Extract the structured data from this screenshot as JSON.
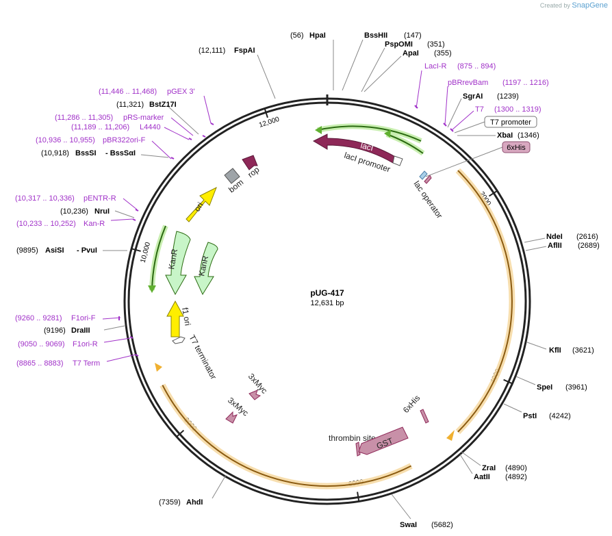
{
  "branding": {
    "created_by": "Created by",
    "product": "SnapGene"
  },
  "plasmid": {
    "name": "pUG-417",
    "length_label": "12,631 bp",
    "length": 12631
  },
  "ruler": [
    {
      "bp": 2000,
      "label": "2000"
    },
    {
      "bp": 4000,
      "label": "4000"
    },
    {
      "bp": 6000,
      "label": "6000"
    },
    {
      "bp": 8000,
      "label": "8000"
    },
    {
      "bp": 10000,
      "label": "10,000"
    },
    {
      "bp": 12000,
      "label": "12,000"
    }
  ],
  "enzymes": [
    {
      "name": "HpaI",
      "pos": "(56)",
      "bp": 56
    },
    {
      "name": "BssHII",
      "pos": "(147)",
      "bp": 147
    },
    {
      "name": "PspOMI",
      "pos": "(351)",
      "bp": 351
    },
    {
      "name": "ApaI",
      "pos": "(355)",
      "bp": 355
    },
    {
      "name": "SgrAI",
      "pos": "(1239)",
      "bp": 1239
    },
    {
      "name": "XbaI",
      "pos": "(1346)",
      "bp": 1346
    },
    {
      "name": "NdeI",
      "pos": "(2616)",
      "bp": 2616
    },
    {
      "name": "AflII",
      "pos": "(2689)",
      "bp": 2689
    },
    {
      "name": "KflI",
      "pos": "(3621)",
      "bp": 3621
    },
    {
      "name": "SpeI",
      "pos": "(3961)",
      "bp": 3961
    },
    {
      "name": "PstI",
      "pos": "(4242)",
      "bp": 4242
    },
    {
      "name": "ZraI",
      "pos": "(4890)",
      "bp": 4890
    },
    {
      "name": "AatII",
      "pos": "(4892)",
      "bp": 4892
    },
    {
      "name": "SwaI",
      "pos": "(5682)",
      "bp": 5682
    },
    {
      "name": "AhdI",
      "pos": "(7359)",
      "bp": 7359
    },
    {
      "name": "DraIII",
      "pos": "(9196)",
      "bp": 9196
    },
    {
      "name": "AsiSI",
      "name2": "- PvuI",
      "pos": "(9895)",
      "bp": 9895
    },
    {
      "name": "NruI",
      "pos": "(10,236)",
      "bp": 10236
    },
    {
      "name": "BssSI",
      "name2": "- BssSαI",
      "pos": "(10,918)",
      "bp": 10918
    },
    {
      "name": "BstZ17I",
      "pos": "(11,321)",
      "bp": 11321
    },
    {
      "name": "FspAI",
      "pos": "(12,111)",
      "bp": 12111
    }
  ],
  "primers": [
    {
      "name": "LacI-R",
      "range": "(875 .. 894)",
      "bp": 885
    },
    {
      "name": "pBRrevBam",
      "range": "(1197 .. 1216)",
      "bp": 1206
    },
    {
      "name": "T7",
      "range": "(1300 .. 1319)",
      "bp": 1310
    },
    {
      "name": "F1ori-F",
      "range": "(9260 .. 9281)",
      "bp": 9270
    },
    {
      "name": "F1ori-R",
      "range": "(9050 .. 9069)",
      "bp": 9060
    },
    {
      "name": "T7 Term",
      "range": "(8865 .. 8883)",
      "bp": 8874
    },
    {
      "name": "pENTR-R",
      "range": "(10,317 .. 10,336)",
      "bp": 10326
    },
    {
      "name": "Kan-R",
      "range": "(10,233 .. 10,252)",
      "bp": 10242
    },
    {
      "name": "pBR322ori-F",
      "range": "(10,936 .. 10,955)",
      "bp": 10945
    },
    {
      "name": "L4440",
      "range": "(11,189 .. 11,206)",
      "bp": 11197
    },
    {
      "name": "pRS-marker",
      "range": "(11,286 .. 11,305)",
      "bp": 11295
    },
    {
      "name": "pGEX 3'",
      "range": "(11,446 .. 11,468)",
      "bp": 11457
    }
  ],
  "boxed_features": [
    {
      "name": "T7 promoter",
      "style": "white"
    },
    {
      "name": "6xHis",
      "style": "pink"
    }
  ],
  "features": [
    {
      "name": "lacI",
      "color": "#8e2858"
    },
    {
      "name": "lacI promoter",
      "color": "#ffffff"
    },
    {
      "name": "lac operator",
      "color": "#a8cfe8"
    },
    {
      "name": "rop",
      "color": "#8e2858"
    },
    {
      "name": "bom",
      "color": "#9ea4a8"
    },
    {
      "name": "ori",
      "color": "#ffee00"
    },
    {
      "name": "KanR",
      "color": "#c8f5c8"
    },
    {
      "name": "KanR",
      "color": "#c8f5c8"
    },
    {
      "name": "f1 ori",
      "color": "#ffee00"
    },
    {
      "name": "T7 terminator",
      "color": "#ffffff"
    },
    {
      "name": "3xMyc",
      "color": "#c890a8"
    },
    {
      "name": "3xMyc",
      "color": "#c890a8"
    },
    {
      "name": "thrombin site",
      "color": "#c890a8"
    },
    {
      "name": "GST",
      "color": "#c890a8"
    },
    {
      "name": "6xHis",
      "color": "#c890a8"
    }
  ],
  "colors": {
    "primer": "#a030c8",
    "enzyme": "#000000",
    "orf_orange": "#f0b030",
    "orf_green": "#80d040",
    "backbone": "#222222"
  }
}
